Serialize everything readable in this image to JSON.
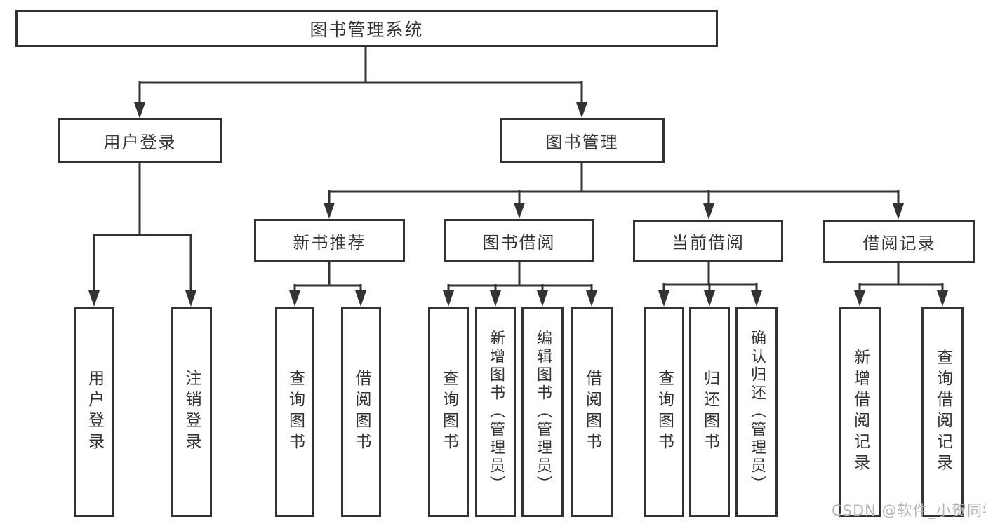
{
  "diagram": {
    "root": {
      "label": "图书管理系统"
    },
    "level2": [
      {
        "label": "用户登录",
        "children": [
          {
            "label": "用户登录"
          },
          {
            "label": "注销登录"
          }
        ]
      },
      {
        "label": "图书管理",
        "children": [
          {
            "label": "新书推荐",
            "children": [
              {
                "label": "查询图书"
              },
              {
                "label": "借阅图书"
              }
            ]
          },
          {
            "label": "图书借阅",
            "children": [
              {
                "label": "查询图书"
              },
              {
                "label": "新增图书（管理员）"
              },
              {
                "label": "编辑图书（管理员）"
              },
              {
                "label": "借阅图书"
              }
            ]
          },
          {
            "label": "当前借阅",
            "children": [
              {
                "label": "查询图书"
              },
              {
                "label": "归还图书"
              },
              {
                "label": "确认归还（管理员）"
              }
            ]
          },
          {
            "label": "借阅记录",
            "children": [
              {
                "label": "新增借阅记录"
              },
              {
                "label": "查询借阅记录"
              }
            ]
          }
        ]
      }
    ]
  },
  "watermark": {
    "text": "CSDN @软件_小贺同学"
  },
  "colors": {
    "line": "#333333",
    "box_border": "#333333",
    "text": "#333333",
    "watermark": "#b5b5b5",
    "background": "#ffffff"
  }
}
